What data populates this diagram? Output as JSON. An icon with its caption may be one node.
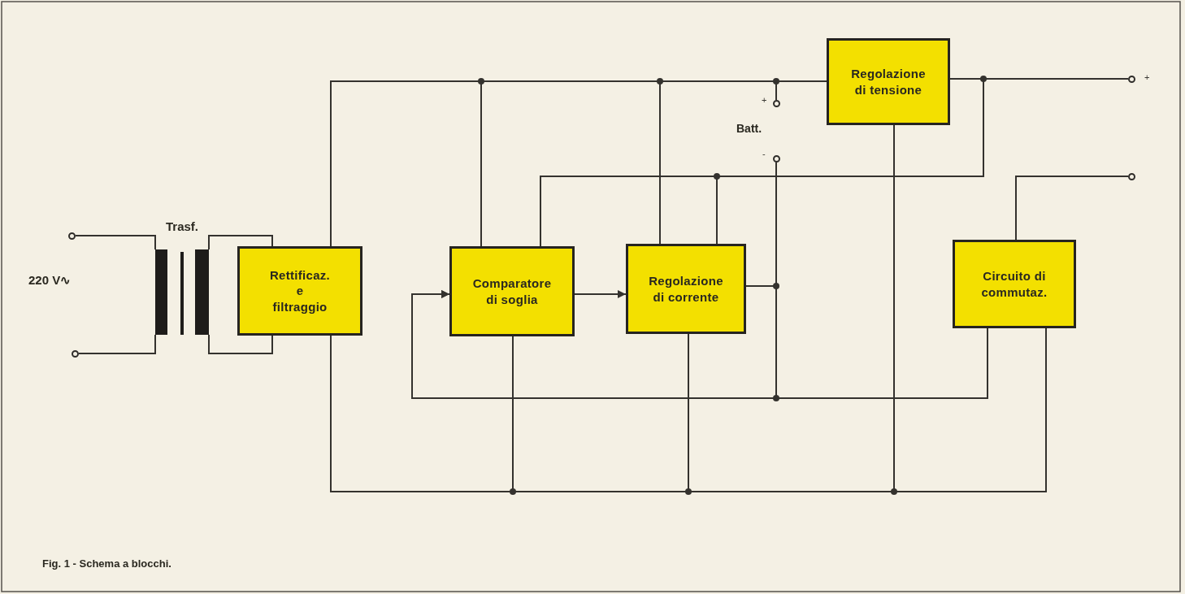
{
  "diagram": {
    "caption": "Fig. 1 - Schema a blocchi.",
    "nodes": [
      {
        "text": [],
        "shape": "circle"
      },
      {
        "text": [],
        "shape": "circle"
      },
      {
        "text": [
          "Trasf."
        ]
      },
      {
        "text": [
          "Rettificaz. e filtraggio"
        ]
      },
      {
        "text": [
          "Comparatore di soglia"
        ]
      },
      {
        "text": [
          "Regolazione di corrente"
        ]
      },
      {
        "text": [
          "Regolazione di tensione"
        ]
      },
      {
        "text": [
          "Circuito di commutaz."
        ]
      },
      {
        "text": [],
        "shape": "circle",
        "beside": [
          "+"
        ]
      },
      {
        "text": [],
        "shape": "circle",
        "beside": [
          "-"
        ]
      },
      {
        "text": [],
        "shape": "circle",
        "beside": [
          "+"
        ]
      },
      {
        "text": [],
        "shape": "circle"
      }
    ],
    "edges": [
      {
        "from": 0,
        "to": 2,
        "arrow": "none"
      },
      {
        "from": 1,
        "to": 2,
        "arrow": "none"
      },
      {
        "from": 2,
        "to": 3,
        "arrow": "none"
      },
      {
        "from": 2,
        "to": 3,
        "arrow": "none"
      },
      {
        "from": 3,
        "to": 4,
        "arrow": "none"
      },
      {
        "from": 3,
        "to": 5,
        "arrow": "none"
      },
      {
        "from": 3,
        "to": 8,
        "arrow": "none"
      },
      {
        "from": 3,
        "to": 6,
        "arrow": "none"
      },
      {
        "from": 6,
        "to": 10,
        "arrow": "none"
      },
      {
        "from": 6,
        "to": 4,
        "arrow": "none"
      },
      {
        "from": 6,
        "to": 5,
        "arrow": "none"
      },
      {
        "from": 4,
        "to": 5,
        "arrow": "to"
      },
      {
        "from": 9,
        "to": 5,
        "arrow": "none"
      },
      {
        "from": 5,
        "to": 4,
        "arrow": "to"
      },
      {
        "from": 7,
        "to": 4,
        "arrow": "to"
      },
      {
        "from": 3,
        "to": 4,
        "arrow": "none"
      },
      {
        "from": 3,
        "to": 5,
        "arrow": "none"
      },
      {
        "from": 3,
        "to": 6,
        "arrow": "none"
      },
      {
        "from": 3,
        "to": 7,
        "arrow": "none"
      },
      {
        "from": 7,
        "to": 11,
        "arrow": "none"
      }
    ],
    "labels": [
      "220 V∿",
      "Batt."
    ]
  }
}
